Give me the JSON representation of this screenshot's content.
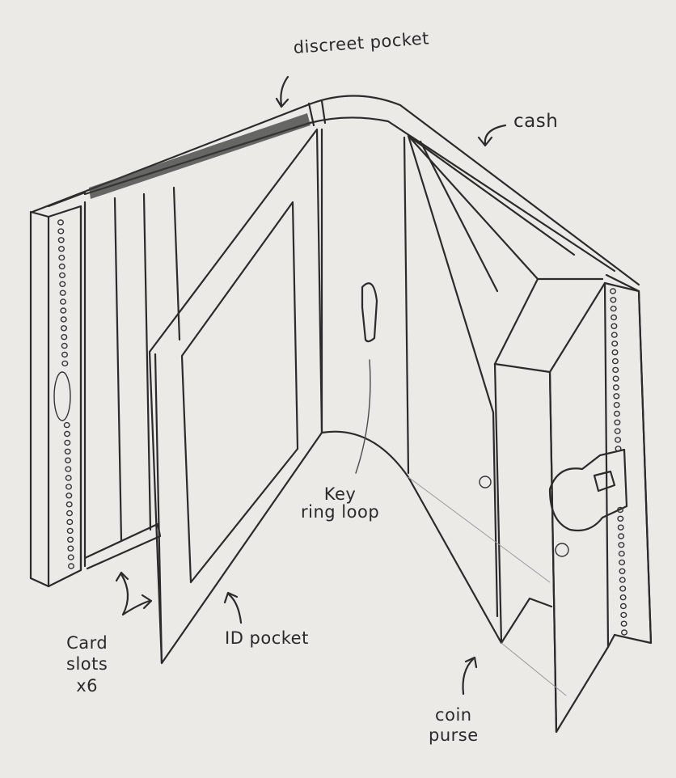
{
  "labels": {
    "discreet_pocket": "discreet pocket",
    "cash": "cash",
    "key_ring_loop": [
      "Key",
      "ring loop"
    ],
    "card_slots": [
      "Card",
      "slots",
      "x6"
    ],
    "id_pocket": "ID pocket",
    "coin_purse": [
      "coin",
      "purse"
    ]
  },
  "colors": {
    "paper": "#eceae6",
    "pencil": "#2b2b2b"
  }
}
